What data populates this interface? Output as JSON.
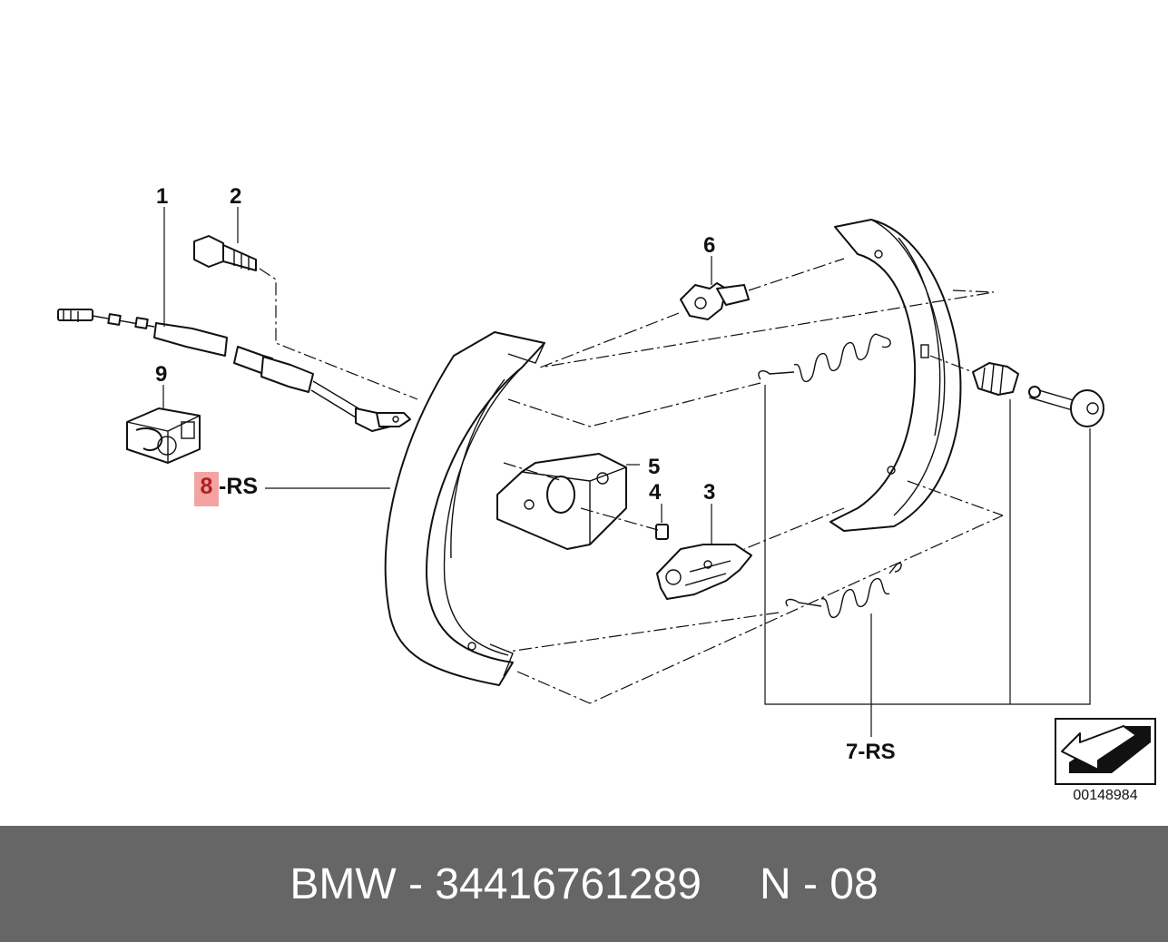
{
  "callouts": {
    "c1": "1",
    "c2": "2",
    "c3": "3",
    "c4": "4",
    "c5": "5",
    "c6": "6",
    "c9": "9",
    "c8_num": "8",
    "c8_suffix": "-RS",
    "c7": "7-RS"
  },
  "diagram_number": "00148984",
  "footer": {
    "brand": "BMW",
    "separator": " - ",
    "part_number": "34416761289",
    "group": "N - 08"
  },
  "colors": {
    "highlight": "#f4a3a3",
    "footer_background": "#666666",
    "footer_text": "#ffffff"
  },
  "icons": {
    "orientation": "direction-arrow-icon"
  }
}
